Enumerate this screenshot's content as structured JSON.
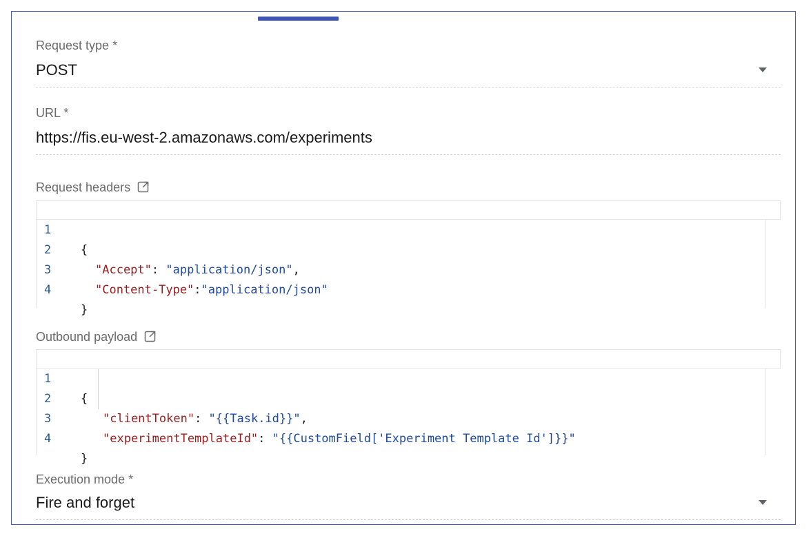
{
  "request_type": {
    "label": "Request type *",
    "value": "POST"
  },
  "url": {
    "label": "URL *",
    "value": "https://fis.eu-west-2.amazonaws.com/experiments"
  },
  "request_headers": {
    "label": "Request headers",
    "icon": "external-link-icon",
    "lines": [
      {
        "num": "1",
        "open": "{"
      },
      {
        "num": "2",
        "key": "\"Accept\"",
        "sep": ": ",
        "val": "\"application/json\"",
        "tail": ","
      },
      {
        "num": "3",
        "key": "\"Content-Type\"",
        "sep": ":",
        "val": "\"application/json\"",
        "tail": ""
      },
      {
        "num": "4",
        "open": "}"
      }
    ]
  },
  "outbound_payload": {
    "label": "Outbound payload",
    "icon": "external-link-icon",
    "lines": [
      {
        "num": "1",
        "open": "{"
      },
      {
        "num": "2",
        "key": "\"clientToken\"",
        "sep": ": ",
        "val": "\"{{Task.id}}\"",
        "tail": ","
      },
      {
        "num": "3",
        "key": "\"experimentTemplateId\"",
        "sep": ": ",
        "val": "\"{{CustomField['Experiment Template Id']}}\"",
        "tail": ""
      },
      {
        "num": "4",
        "open": "}"
      }
    ]
  },
  "execution_mode": {
    "label": "Execution mode *",
    "value": "Fire and forget"
  },
  "colors": {
    "frame_border": "#4a5fb0",
    "tab_indicator": "#3f55b0",
    "json_key": "#9b1c1c",
    "json_string": "#1f4aa0",
    "line_number": "#2c5a8c"
  }
}
